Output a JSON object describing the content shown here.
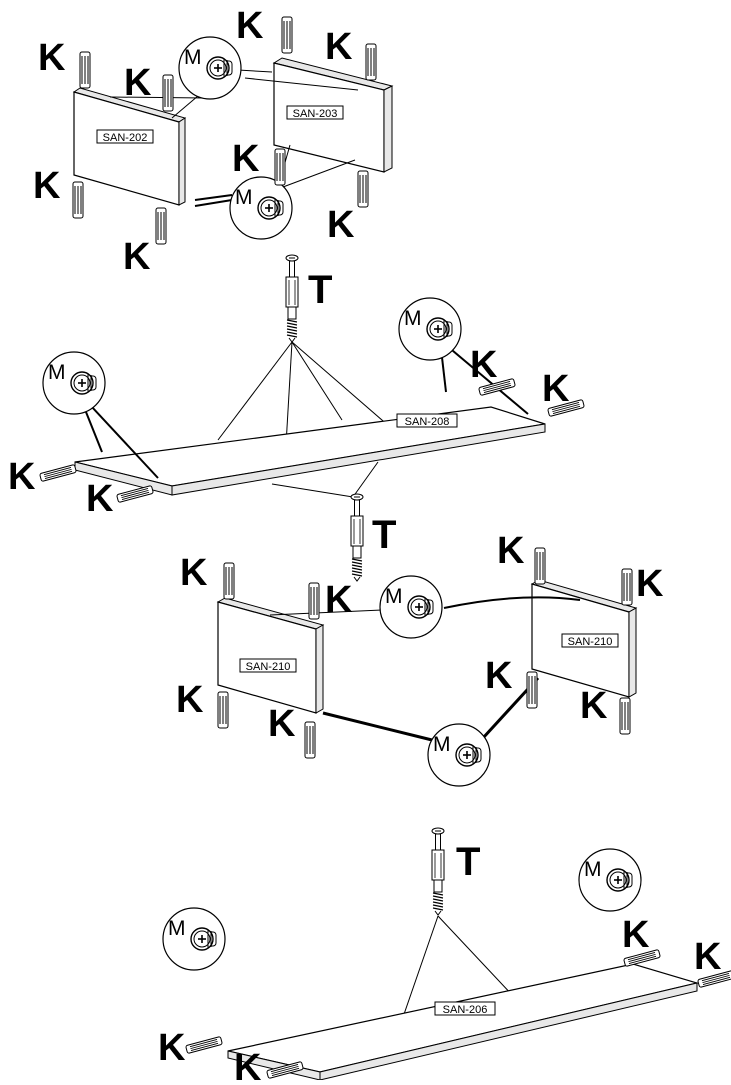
{
  "labels": {
    "dowel": "K",
    "cam": "M",
    "bolt": "T"
  },
  "panels": {
    "p202": "SAN-202",
    "p203": "SAN-203",
    "p208": "SAN-208",
    "p210a": "SAN-210",
    "p210b": "SAN-210",
    "p206": "SAN-206"
  }
}
